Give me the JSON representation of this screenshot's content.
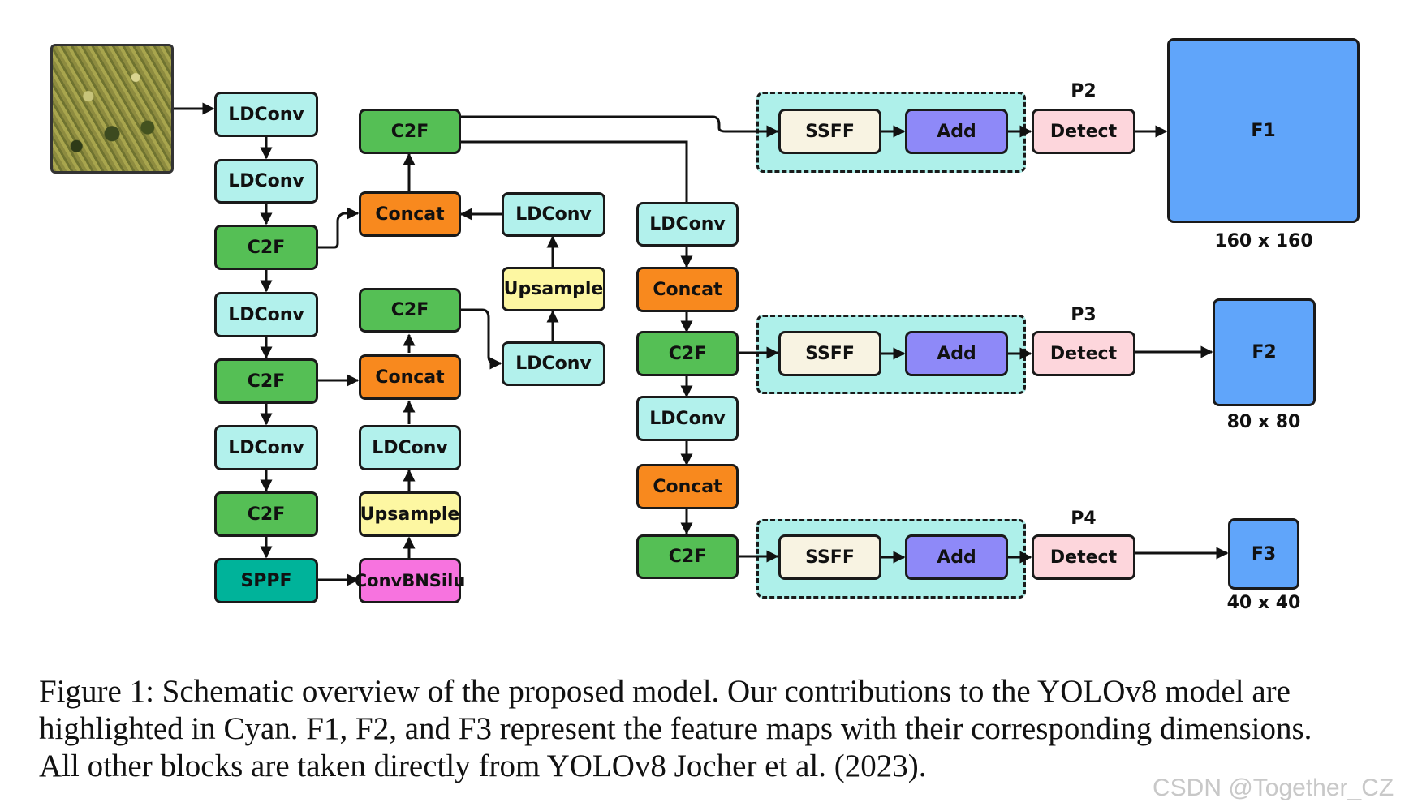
{
  "colors": {
    "ldconv": "#b2f1ec",
    "c2f": "#55bf55",
    "concat": "#f8891e",
    "upsample": "#fdf7a2",
    "sppf": "#00b39a",
    "convbnsilu": "#f773df",
    "ssff": "#f8f3e2",
    "add": "#8e89f8",
    "detect": "#fdd6dc",
    "feature_map": "#60a5fa",
    "group_bg": "#aef0ea"
  },
  "blocks": [
    {
      "id": "bb-ldconv-1",
      "label": "LDConv",
      "type": "ldconv"
    },
    {
      "id": "bb-ldconv-2",
      "label": "LDConv",
      "type": "ldconv"
    },
    {
      "id": "bb-c2f-1",
      "label": "C2F",
      "type": "c2f"
    },
    {
      "id": "bb-ldconv-3",
      "label": "LDConv",
      "type": "ldconv"
    },
    {
      "id": "bb-c2f-2",
      "label": "C2F",
      "type": "c2f"
    },
    {
      "id": "bb-ldconv-4",
      "label": "LDConv",
      "type": "ldconv"
    },
    {
      "id": "bb-c2f-3",
      "label": "C2F",
      "type": "c2f"
    },
    {
      "id": "bb-sppf",
      "label": "SPPF",
      "type": "sppf"
    },
    {
      "id": "n-c2f-top",
      "label": "C2F",
      "type": "c2f"
    },
    {
      "id": "n-concat-1",
      "label": "Concat",
      "type": "concat"
    },
    {
      "id": "n-c2f-mid",
      "label": "C2F",
      "type": "c2f"
    },
    {
      "id": "n-concat-2",
      "label": "Concat",
      "type": "concat"
    },
    {
      "id": "n-ldconv-1",
      "label": "LDConv",
      "type": "ldconv"
    },
    {
      "id": "n-upsample-1",
      "label": "Upsample",
      "type": "upsample"
    },
    {
      "id": "n-convbnsilu",
      "label": "ConvBNSilu",
      "type": "convbnsilu"
    },
    {
      "id": "n-ldconv-2",
      "label": "LDConv",
      "type": "ldconv"
    },
    {
      "id": "n-upsample-2",
      "label": "Upsample",
      "type": "upsample"
    },
    {
      "id": "n-ldconv-3",
      "label": "LDConv",
      "type": "ldconv"
    },
    {
      "id": "p-ldconv-1",
      "label": "LDConv",
      "type": "ldconv"
    },
    {
      "id": "p-concat-1",
      "label": "Concat",
      "type": "concat"
    },
    {
      "id": "p-c2f-1",
      "label": "C2F",
      "type": "c2f"
    },
    {
      "id": "p-ldconv-2",
      "label": "LDConv",
      "type": "ldconv"
    },
    {
      "id": "p-concat-2",
      "label": "Concat",
      "type": "concat"
    },
    {
      "id": "p-c2f-2",
      "label": "C2F",
      "type": "c2f"
    },
    {
      "id": "h1-ssff",
      "label": "SSFF",
      "type": "ssff"
    },
    {
      "id": "h1-add",
      "label": "Add",
      "type": "add"
    },
    {
      "id": "h1-detect",
      "label": "Detect",
      "type": "detect"
    },
    {
      "id": "h2-ssff",
      "label": "SSFF",
      "type": "ssff"
    },
    {
      "id": "h2-add",
      "label": "Add",
      "type": "add"
    },
    {
      "id": "h2-detect",
      "label": "Detect",
      "type": "detect"
    },
    {
      "id": "h3-ssff",
      "label": "SSFF",
      "type": "ssff"
    },
    {
      "id": "h3-add",
      "label": "Add",
      "type": "add"
    },
    {
      "id": "h3-detect",
      "label": "Detect",
      "type": "detect"
    },
    {
      "id": "fm-f1",
      "label": "F1",
      "type": "feature_map"
    },
    {
      "id": "fm-f2",
      "label": "F2",
      "type": "feature_map"
    },
    {
      "id": "fm-f3",
      "label": "F3",
      "type": "feature_map"
    }
  ],
  "head_labels": [
    "P2",
    "P3",
    "P4"
  ],
  "feature_dims": [
    "160 x 160",
    "80 x 80",
    "40 x 40"
  ],
  "caption": {
    "line1": "Figure 1: Schematic overview of the proposed model. Our contributions to the YOLOv8 model are",
    "line2": "highlighted in Cyan. F1, F2, and F3 represent the feature maps with their corresponding dimensions.",
    "line3": "All other blocks are taken directly from YOLOv8 Jocher et al. (2023)."
  },
  "watermark": "CSDN @Together_CZ"
}
